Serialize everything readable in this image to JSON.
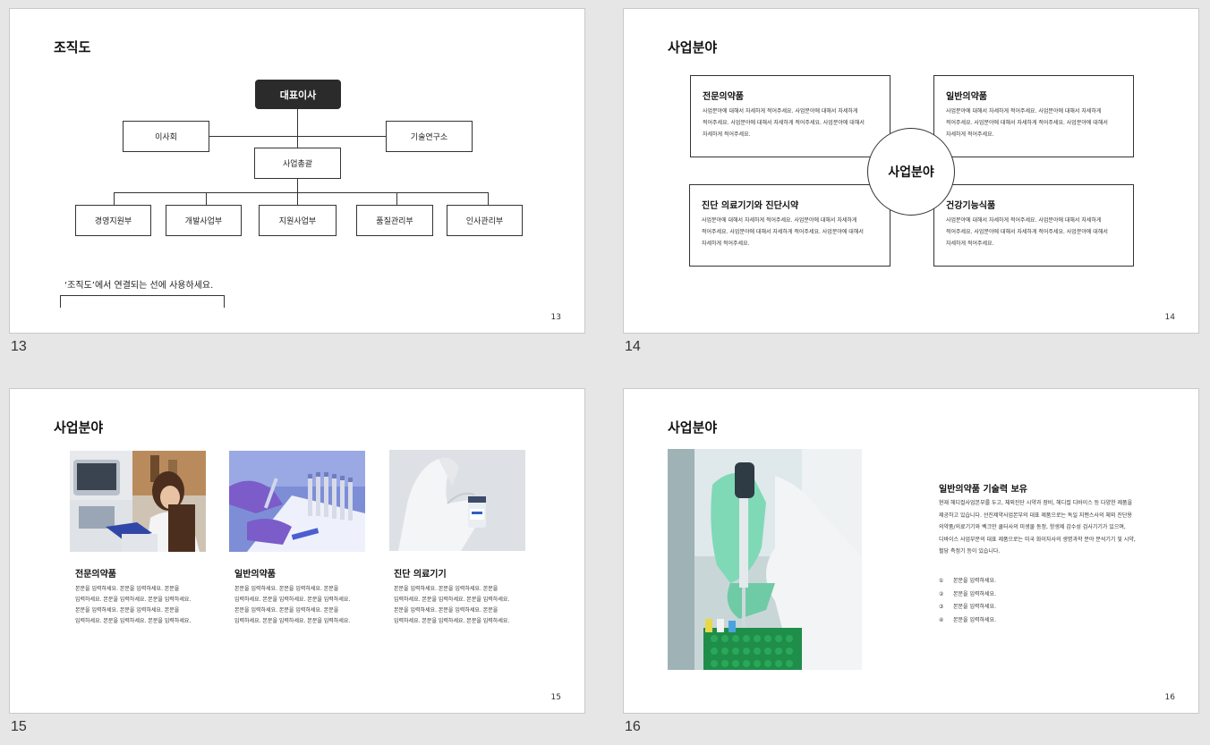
{
  "slides": {
    "s13": {
      "thumb_label": "13",
      "title": "조직도",
      "ceo": "대표이사",
      "board": "이사회",
      "lab": "기술연구소",
      "gm": "사업총괄",
      "depts": [
        "경영지원부",
        "개발사업부",
        "지원사업부",
        "품질관리부",
        "인사관리부"
      ],
      "note": "‘조직도’에서 연결되는 선에 사용하세요.",
      "page": "13"
    },
    "s14": {
      "thumb_label": "14",
      "title": "사업분야",
      "center": "사업분야",
      "quad": [
        {
          "title": "전문의약품",
          "lines": [
            "사업분야에 대해서 자세하게 적어주세요. 사업분야에 대해서 자세하게",
            "적어주세요. 사업분야에 대해서 자세하게 적어주세요. 사업분야에 대해서",
            "자세하게 적어주세요."
          ]
        },
        {
          "title": "일반의약품",
          "lines": [
            "사업분야에 대해서 자세하게 적어주세요. 사업분야에 대해서 자세하게",
            "적어주세요. 사업분야에 대해서 자세하게 적어주세요. 사업분야에 대해서",
            "자세하게 적어주세요."
          ]
        },
        {
          "title": "진단 의료기기와 진단시약",
          "lines": [
            "사업분야에 대해서 자세하게 적어주세요. 사업분야에 대해서 자세하게",
            "적어주세요. 사업분야에 대해서 자세하게 적어주세요. 사업분야에 대해서",
            "자세하게 적어주세요."
          ]
        },
        {
          "title": "건강기능식품",
          "lines": [
            "사업분야에 대해서 자세하게 적어주세요. 사업분야에 대해서 자세하게",
            "적어주세요. 사업분야에 대해서 자세하게 적어주세요. 사업분야에 대해서",
            "자세하게 적어주세요."
          ]
        }
      ],
      "page": "14"
    },
    "s15": {
      "thumb_label": "15",
      "title": "사업분야",
      "cards": [
        {
          "title": "전문의약품",
          "lines": [
            "본문을 입력하세요. 본문을 입력하세요. 본문을",
            "입력하세요. 본문을 입력하세요. 본문을 입력하세요.",
            "본문을 입력하세요. 본문을 입력하세요. 본문을",
            "입력하세요. 본문을 입력하세요. 본문을 입력하세요."
          ]
        },
        {
          "title": "일반의약품",
          "lines": [
            "본문을 입력하세요. 본문을 입력하세요. 본문을",
            "입력하세요. 본문을 입력하세요. 본문을 입력하세요.",
            "본문을 입력하세요. 본문을 입력하세요. 본문을",
            "입력하세요. 본문을 입력하세요. 본문을 입력하세요."
          ]
        },
        {
          "title": "진단 의료기기",
          "lines": [
            "본문을 입력하세요. 본문을 입력하세요. 본문을",
            "입력하세요. 본문을 입력하세요. 본문을 입력하세요.",
            "본문을 입력하세요. 본문을 입력하세요. 본문을",
            "입력하세요. 본문을 입력하세요. 본문을 입력하세요."
          ]
        }
      ],
      "page": "15"
    },
    "s16": {
      "thumb_label": "16",
      "title": "사업분야",
      "heading": "일반의약품 기술력 보유",
      "para": [
        "현재 헤디컬사업본부를 두고, 체외진단 시약과 장비, 헤디컬 디바이스 등 다양한 제품을",
        "제공하고 있습니다. 선진제약사업본부의 대표 제품으로는 독일 지멘스사의 체외 진단용",
        "의약품/의료기기와 벡크만 쿨터사의 미생물 동정, 항생제 감수성 검사기기가 있으며,",
        "디바이스 사업부문의 대표 제품으로는 미국 화이자사의 생명과학 분야 분석기기 및 시약,",
        "혈당 측정기 등이 있습니다."
      ],
      "items": [
        {
          "num": "①",
          "text": "본문을 입력하세요."
        },
        {
          "num": "②",
          "text": "본문을 입력하세요."
        },
        {
          "num": "③",
          "text": "본문을 입력하세요."
        },
        {
          "num": "④",
          "text": "본문을 입력하세요."
        }
      ],
      "page": "16"
    }
  },
  "icons": {
    "photo1": "lab-researcher-photo",
    "photo2": "gloved-hands-test-tubes-photo",
    "photo3": "gloved-hand-vial-photo",
    "photo4": "pipette-lab-photo"
  },
  "colors": {
    "background": "#e6e6e6",
    "ceo_box": "#2b2b2b",
    "glove_purple": "#7b5cc9",
    "glove_green": "#7fd9b6"
  }
}
